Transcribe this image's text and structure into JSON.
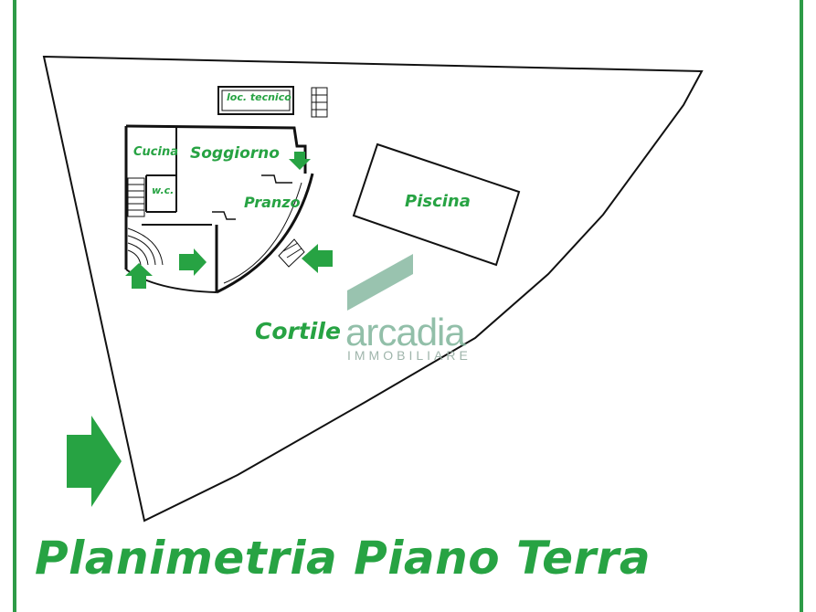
{
  "rooms": {
    "loc_tecnico": "loc. tecnico",
    "cucina": "Cucina",
    "soggiorno": "Soggiorno",
    "wc": "w.c.",
    "pranzo": "Pranzo",
    "piscina": "Piscina",
    "cortile": "Cortile"
  },
  "watermark": {
    "brand": "arcadia",
    "subtitle": "IMMOBILIARE"
  },
  "title": "Planimetria Piano Terra",
  "colors": {
    "accent": "#27a343",
    "line": "#111111",
    "border": "#2e9b47",
    "watermark": "#7fb49b"
  }
}
